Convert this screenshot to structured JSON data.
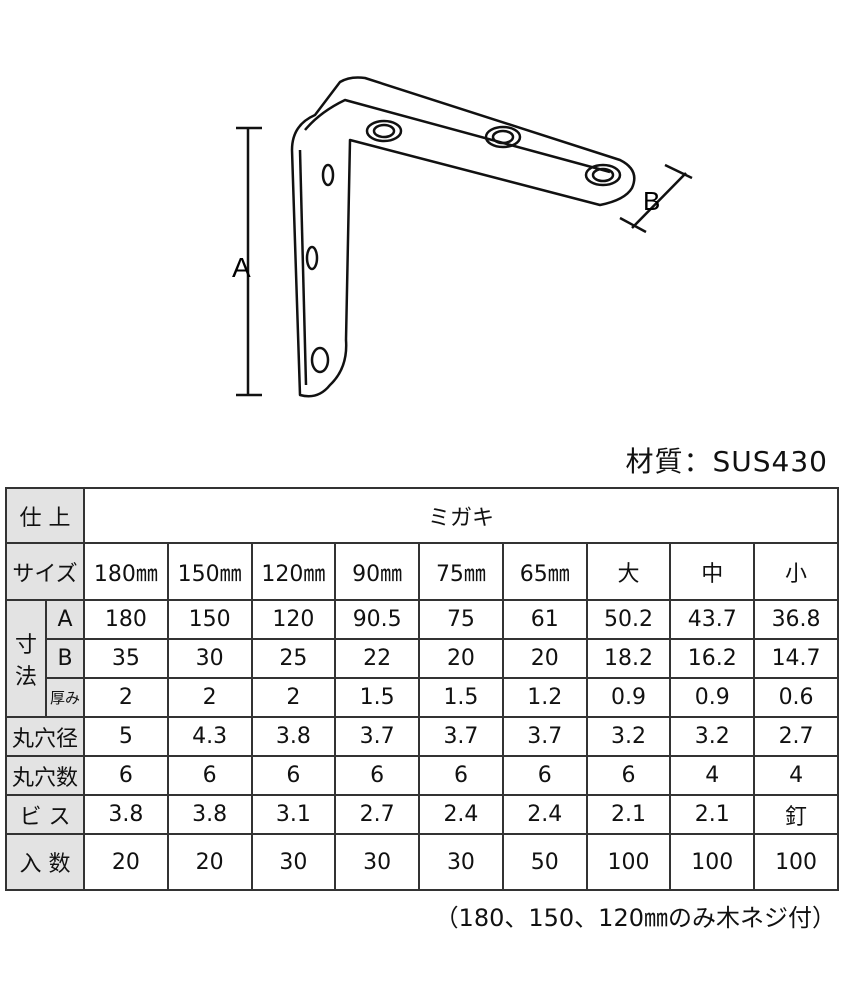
{
  "diagram": {
    "label_a": "A",
    "label_b": "B"
  },
  "material": "材質：SUS430",
  "table": {
    "finish_label": "仕 上",
    "finish_value": "ミガキ",
    "size_label": "サイズ",
    "sizes": [
      "180㎜",
      "150㎜",
      "120㎜",
      "90㎜",
      "75㎜",
      "65㎜",
      "大",
      "中",
      "小"
    ],
    "dim_label": "寸法",
    "rows": [
      {
        "label": "A",
        "values": [
          "180",
          "150",
          "120",
          "90.5",
          "75",
          "61",
          "50.2",
          "43.7",
          "36.8"
        ]
      },
      {
        "label": "B",
        "values": [
          "35",
          "30",
          "25",
          "22",
          "20",
          "20",
          "18.2",
          "16.2",
          "14.7"
        ]
      },
      {
        "label": "厚み",
        "values": [
          "2",
          "2",
          "2",
          "1.5",
          "1.5",
          "1.2",
          "0.9",
          "0.9",
          "0.6"
        ]
      },
      {
        "label": "丸穴径",
        "values": [
          "5",
          "4.3",
          "3.8",
          "3.7",
          "3.7",
          "3.7",
          "3.2",
          "3.2",
          "2.7"
        ]
      },
      {
        "label": "丸穴数",
        "values": [
          "6",
          "6",
          "6",
          "6",
          "6",
          "6",
          "6",
          "4",
          "4"
        ]
      },
      {
        "label": "ビ ス",
        "values": [
          "3.8",
          "3.8",
          "3.1",
          "2.7",
          "2.4",
          "2.4",
          "2.1",
          "2.1",
          "釘"
        ]
      },
      {
        "label": "入 数",
        "values": [
          "20",
          "20",
          "30",
          "30",
          "30",
          "50",
          "100",
          "100",
          "100"
        ]
      }
    ]
  },
  "note": "（180、150、120㎜のみ木ネジ付）"
}
